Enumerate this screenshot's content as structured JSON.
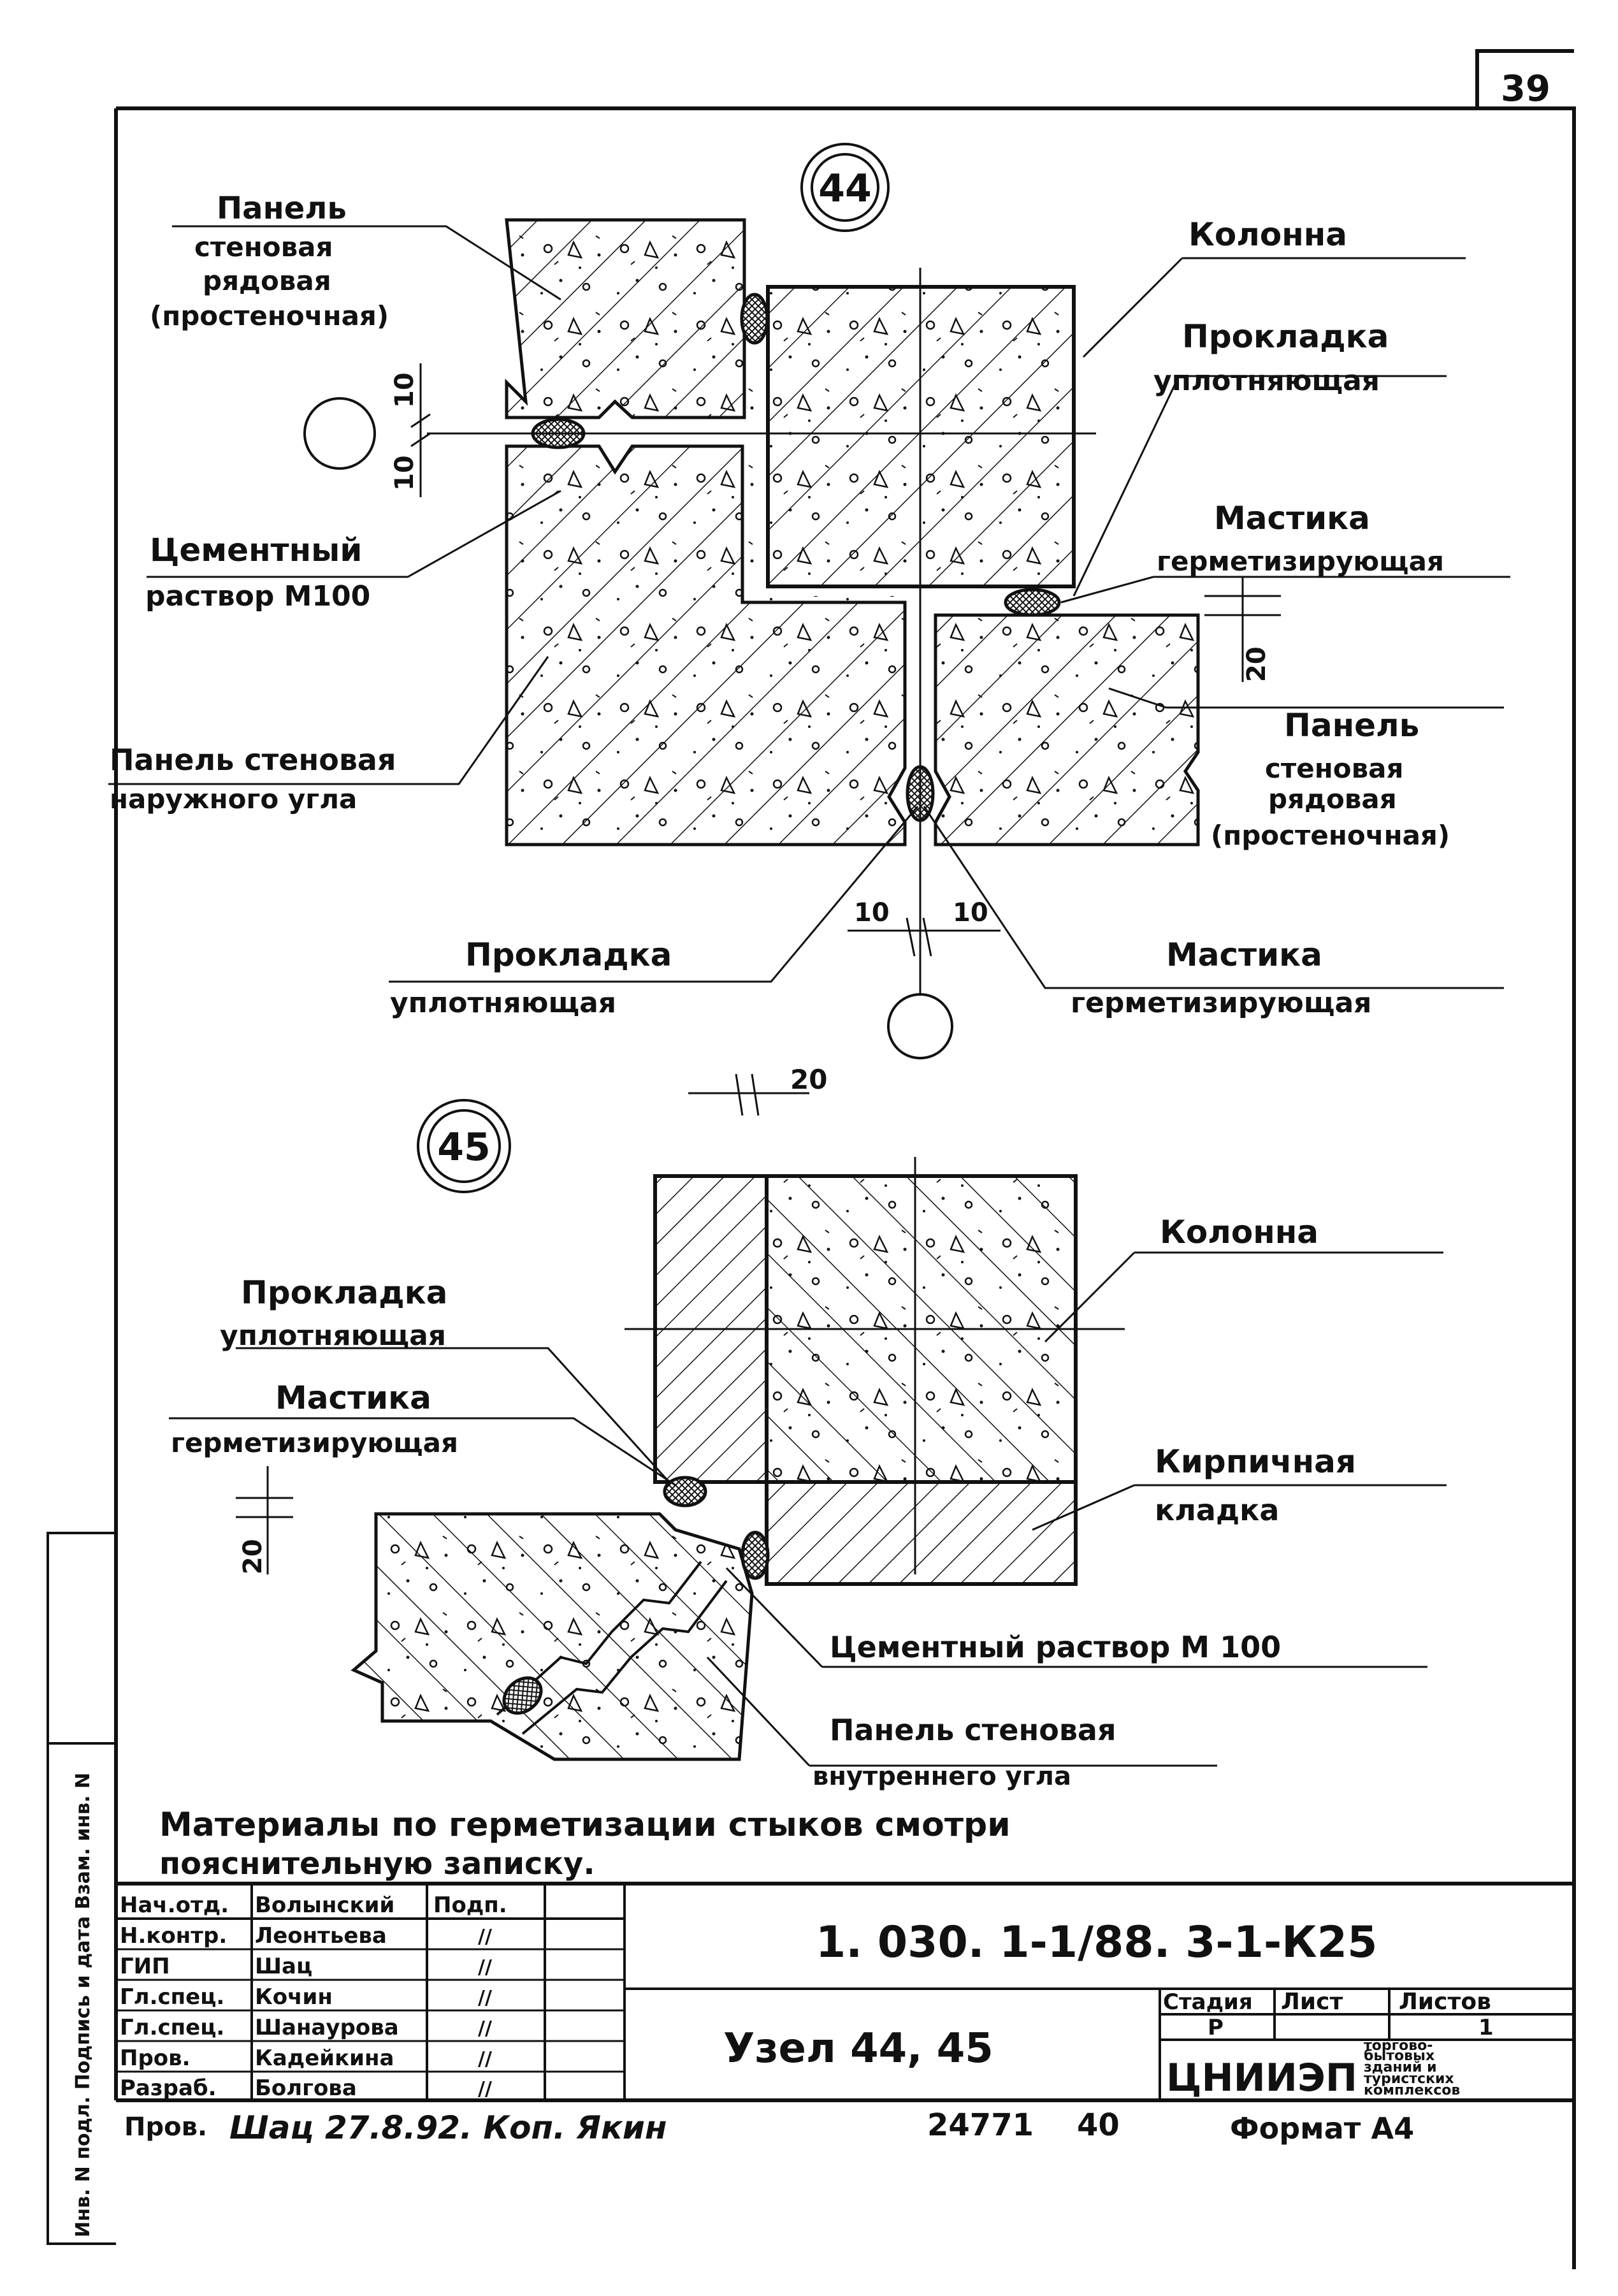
{
  "sheet": {
    "page_number": "39"
  },
  "node44": {
    "marker": "44",
    "panel_left_label": [
      "Панель",
      "стеновая",
      "рядовая",
      "(простеночная)"
    ],
    "column_label": "Колонна",
    "gasket_top_label": [
      "Прокладка",
      "уплотняющая"
    ],
    "cement_label": [
      "Цементный",
      "раствор М100"
    ],
    "mastic_top_label": [
      "Мастика",
      "герметизирующая"
    ],
    "corner_panel_label": [
      "Панель стеновая",
      "наружного угла"
    ],
    "panel_right_label": [
      "Панель",
      "стеновая",
      "рядовая",
      "(простеночная)"
    ],
    "gasket_bottom_label": [
      "Прокладка",
      "уплотняющая"
    ],
    "mastic_bottom_label": [
      "Мастика",
      "герметизирующая"
    ],
    "dim_10_top": "10",
    "dim_10_bottom": "10",
    "dim_20": "20",
    "dim_10_left": "10",
    "dim_10_right": "10"
  },
  "node45": {
    "marker": "45",
    "dim_20_top": "20",
    "column_label": "Колонна",
    "gasket_label": [
      "Прокладка",
      "уплотняющая"
    ],
    "mastic_label": [
      "Мастика",
      "герметизирующая"
    ],
    "brick_label": [
      "Кирпичная",
      "кладка"
    ],
    "dim_20_left": "20",
    "cement_label": "Цементный раствор М 100",
    "inner_panel_label": [
      "Панель стеновая",
      "внутреннего угла"
    ]
  },
  "note": [
    "Материалы по герметизации стыков смотри",
    "пояснительную записку."
  ],
  "title_block": {
    "code": "1. 030. 1-1/88. 3-1-К25",
    "title": "Узел 44, 45",
    "roles": [
      {
        "role": "Нач.отд.",
        "name": "Волынский",
        "sign": "Подп."
      },
      {
        "role": "Н.контр.",
        "name": "Леонтьева",
        "sign": "//"
      },
      {
        "role": "ГИП",
        "name": "Шац",
        "sign": "//"
      },
      {
        "role": "Гл.спец.",
        "name": "Кочин",
        "sign": "//"
      },
      {
        "role": "Гл.спец.",
        "name": "Шанаурова",
        "sign": "//"
      },
      {
        "role": "Пров.",
        "name": "Кадейкина",
        "sign": "//"
      },
      {
        "role": "Разраб.",
        "name": "Болгова",
        "sign": "//"
      }
    ],
    "stage_header": "Стадия",
    "sheet_header": "Лист",
    "sheets_header": "Листов",
    "stage_value": "Р",
    "sheet_value": "",
    "sheets_value": "1",
    "org_logo": "ЦНИИЭП",
    "org_text": [
      "торгово-",
      "бытовых",
      "зданий и",
      "туристских",
      "комплексов"
    ]
  },
  "margin_stamp": "Инв. N подл.  Подпись и дата  Взам. инв. N",
  "footer": {
    "checked_label": "Пров.",
    "handwritten": "Шац 27.8.92. Коп. Якин",
    "number_left": "24771",
    "number_right": "40",
    "format": "Формат А4"
  }
}
